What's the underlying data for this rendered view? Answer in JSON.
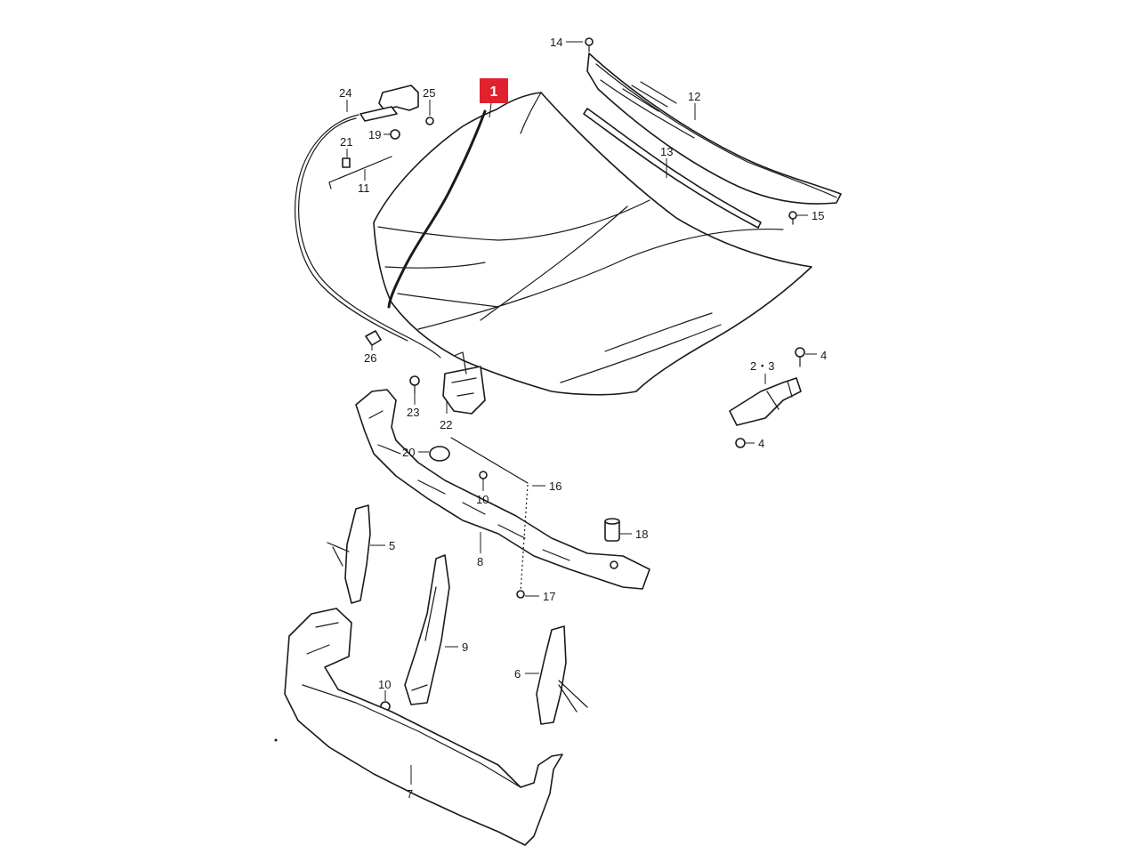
{
  "diagram": {
    "highlight_color": "#e0212e",
    "line_color": "#1a1a1a",
    "highlighted_callout": "1",
    "callouts": [
      {
        "id": "c14",
        "text": "14"
      },
      {
        "id": "c12",
        "text": "12"
      },
      {
        "id": "c13",
        "text": "13"
      },
      {
        "id": "c15",
        "text": "15"
      },
      {
        "id": "c24",
        "text": "24"
      },
      {
        "id": "c25",
        "text": "25"
      },
      {
        "id": "c21",
        "text": "21"
      },
      {
        "id": "c19",
        "text": "19"
      },
      {
        "id": "c11",
        "text": "11"
      },
      {
        "id": "c26",
        "text": "26"
      },
      {
        "id": "c23",
        "text": "23"
      },
      {
        "id": "c22",
        "text": "22"
      },
      {
        "id": "c23b",
        "text": "2・3"
      },
      {
        "id": "c4a",
        "text": "4"
      },
      {
        "id": "c4b",
        "text": "4"
      },
      {
        "id": "c20",
        "text": "20"
      },
      {
        "id": "c16",
        "text": "16"
      },
      {
        "id": "c10a",
        "text": "10"
      },
      {
        "id": "c18",
        "text": "18"
      },
      {
        "id": "c5",
        "text": "5"
      },
      {
        "id": "c8",
        "text": "8"
      },
      {
        "id": "c17",
        "text": "17"
      },
      {
        "id": "c9",
        "text": "9"
      },
      {
        "id": "c6",
        "text": "6"
      },
      {
        "id": "c10b",
        "text": "10"
      },
      {
        "id": "c7",
        "text": "7"
      }
    ]
  }
}
